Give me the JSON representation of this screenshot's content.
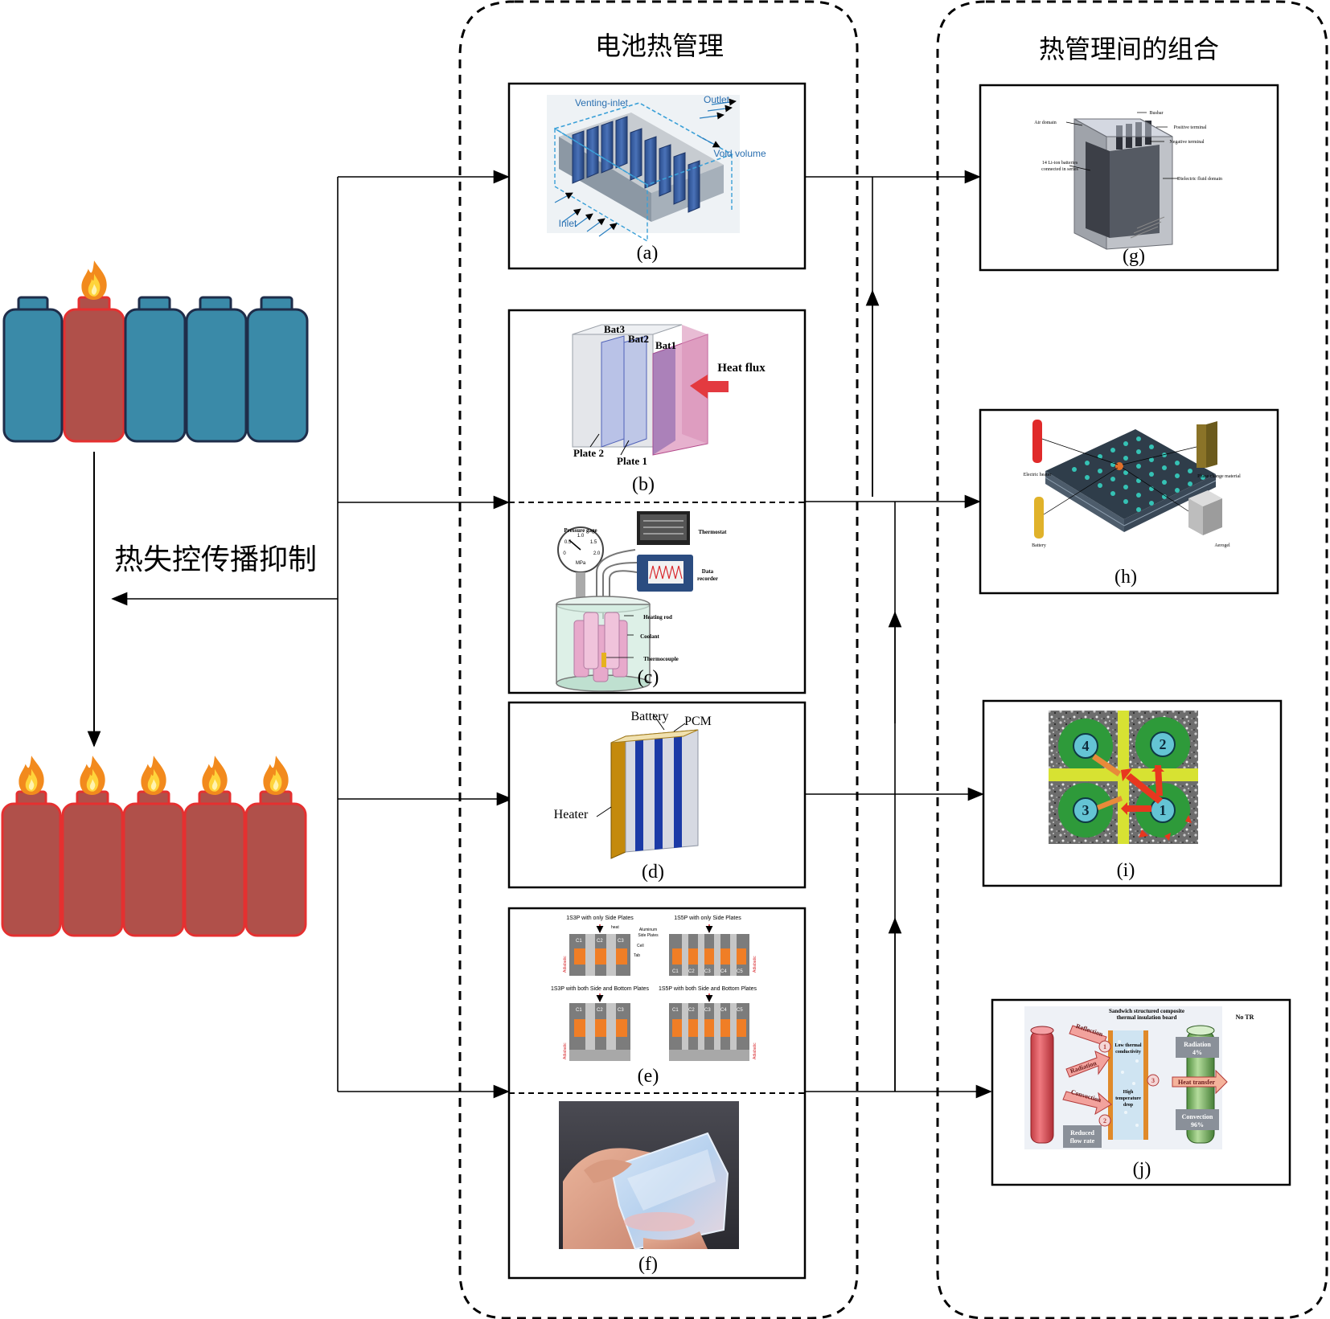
{
  "left_label": "热失控传播抑制",
  "column_mid_title": "电池热管理",
  "column_right_title": "热管理间的组合",
  "colors": {
    "battery_blue": "#3a8aa8",
    "battery_red": "#b0504a",
    "outline_dark": "#1f2d4a",
    "outline_red": "#e53030",
    "flame_orange": "#f28a1d",
    "flame_yellow": "#ffd43b"
  },
  "panels": {
    "a": {
      "caption": "(a)",
      "labels": {
        "venting_inlet": "Venting-inlet",
        "outlet": "Outlet",
        "void_volume": "Void volume",
        "inlet": "Inlet"
      }
    },
    "b": {
      "caption": "(b)",
      "labels": {
        "bat3": "Bat3",
        "bat2": "Bat2",
        "bat1": "Bat1",
        "heat_flux": "Heat flux",
        "plate2": "Plate 2",
        "plate1": "Plate 1"
      }
    },
    "c": {
      "caption": "(c)",
      "labels": {
        "pressure_gage": "Pressure gage",
        "thermostat": "Thermostat",
        "data_recorder_1": "Data",
        "data_recorder_2": "recorder",
        "heating_rod": "Heating rod",
        "coolant": "Coolant",
        "thermocouple": "Thermocouple",
        "mpa": "MPa",
        "g0": "0",
        "g05": "0.5",
        "g10": "1.0",
        "g15": "1.5",
        "g20": "2.0"
      }
    },
    "d": {
      "caption": "(d)",
      "labels": {
        "battery": "Battery",
        "pcm": "PCM",
        "heater": "Heater"
      }
    },
    "e": {
      "caption": "(e)",
      "labels": {
        "q1_title": "1S3P with only Side Plates",
        "q2_title": "1S5P with only Side Plates",
        "q3_title": "1S3P with both Side and Bottom Plates",
        "q4_title": "1S5P with both Side and Bottom Plates",
        "heat": "heat",
        "adiabatic": "Adiabatic",
        "aluminum": "Aluminum",
        "side_plates": "Side Plates",
        "cell": "Cell",
        "tab": "Tab",
        "c1": "C1",
        "c2": "C2",
        "c3": "C3",
        "c4": "C4",
        "c5": "C5"
      }
    },
    "f": {
      "caption": "(f)"
    },
    "g": {
      "caption": "(g)",
      "labels": {
        "l1": "Air domain",
        "l2": "Busbar",
        "l3": "Positive terminal",
        "l4": "Negative terminal",
        "l5": "14 Li-ion batteries",
        "l6": "connected in series",
        "l7": "Dielectric fluid domain"
      }
    },
    "h": {
      "caption": "(h)",
      "labels": {
        "electric_heater": "Electric heater",
        "battery": "Battery",
        "pcm": "Phase change material",
        "aerogel": "Aerogel"
      }
    },
    "i": {
      "caption": "(i)",
      "labels": {
        "n1": "1",
        "n2": "2",
        "n3": "3",
        "n4": "4"
      }
    },
    "j": {
      "caption": "(j)",
      "labels": {
        "title1": "Sandwich structured composite",
        "title2": "thermal insulation board",
        "no_tr": "No TR",
        "reflection": "Reflection",
        "radiation": "Radiation",
        "convection": "Convection",
        "reduced1": "Reduced",
        "reduced2": "flow rate",
        "low1": "Low thermal",
        "low2": "conductivity",
        "high1": "High",
        "high2": "temperature",
        "high3": "drop",
        "rad_box1": "Radiation",
        "rad_box2": "4%",
        "heat_transfer": "Heat transfer",
        "conv_box1": "Convection",
        "conv_box2": "96%",
        "n1": "1",
        "n2": "2",
        "n3": "3"
      }
    }
  }
}
